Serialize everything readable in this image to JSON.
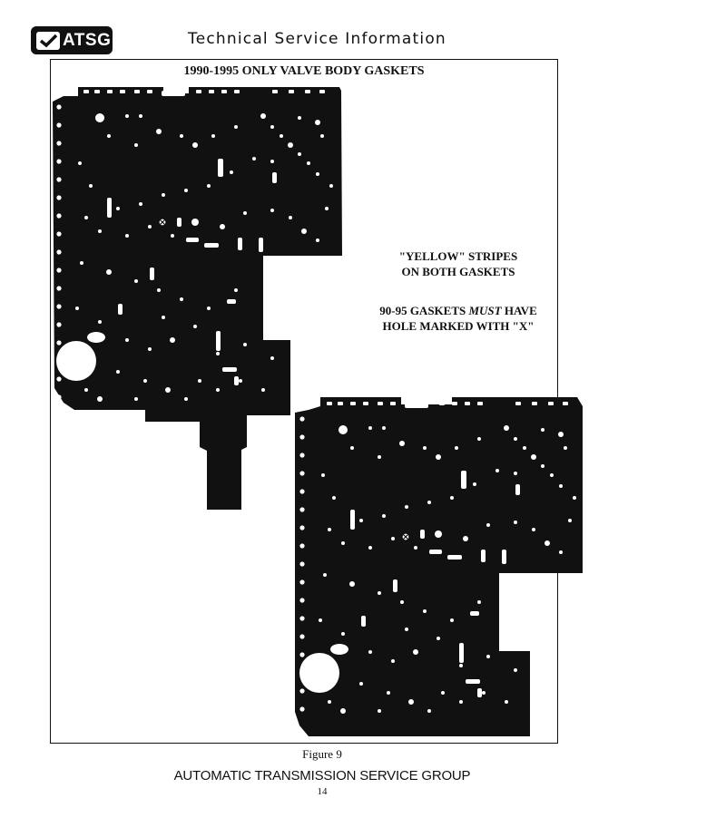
{
  "header": {
    "logo_text": "ATSG",
    "title": "Technical Service Information"
  },
  "figure": {
    "title": "1990-1995 ONLY VALVE BODY GASKETS",
    "note_1_line_1": "\"YELLOW\" STRIPES",
    "note_1_line_2": "ON BOTH GASKETS",
    "note_2_line_1_a": "90-95 GASKETS ",
    "note_2_line_1_em": "MUST",
    "note_2_line_1_b": " HAVE",
    "note_2_line_2": "HOLE MARKED WITH \"X\"",
    "marker": "X",
    "caption": "Figure 9"
  },
  "footer": {
    "org": "AUTOMATIC TRANSMISSION SERVICE GROUP",
    "page": "14"
  },
  "colors": {
    "ink": "#111111",
    "paper": "#ffffff"
  }
}
